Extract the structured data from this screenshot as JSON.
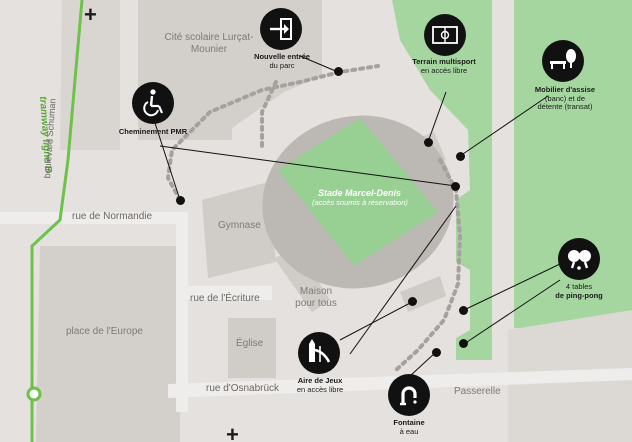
{
  "map": {
    "building_cite": "Cité scolaire Lurçat-Mounier",
    "stade_name": "Stade Marcel-Denis",
    "stade_note": "(accès soumis à réservation)",
    "tramway": "tramway ligne B",
    "boulevard": "boulevard Schuman",
    "rue_normandie": "rue de Normandie",
    "rue_ecriture": "rue de l'Écriture",
    "rue_osnabruck": "rue d'Osnabrück",
    "gymnase": "Gymnase",
    "maison": "Maison pour tous",
    "eglise": "Église",
    "place": "place de l'Europe",
    "passerelle": "Passerelle"
  },
  "poi": {
    "entree_title": "Nouvelle entrée",
    "entree_sub": "du parc",
    "terrain_title": "Terrain multisport",
    "terrain_sub": "en accès libre",
    "mobilier_title_a": "Mobilier d'assise",
    "mobilier_title_b": "(banc) et de",
    "mobilier_title_c": "détente (transat)",
    "pmr_title": "Cheminement PMR",
    "pingpong_a": "4 tables",
    "pingpong_b": "de ping-pong",
    "jeux_title": "Aire de Jeux",
    "jeux_sub": "en accès libre",
    "fontaine_title": "Fontaine",
    "fontaine_sub": "à eau"
  },
  "colors": {
    "ground": "#e4e1de",
    "block": "#d3cfcb",
    "green": "#9fd39a",
    "road": "#f2f0ee",
    "tram": "#6cc24a",
    "icon": "#111111"
  },
  "icons": [
    "entrance-icon",
    "field-icon",
    "bench-icon",
    "wheelchair-icon",
    "ping-pong-icon",
    "playground-icon",
    "fountain-icon"
  ]
}
